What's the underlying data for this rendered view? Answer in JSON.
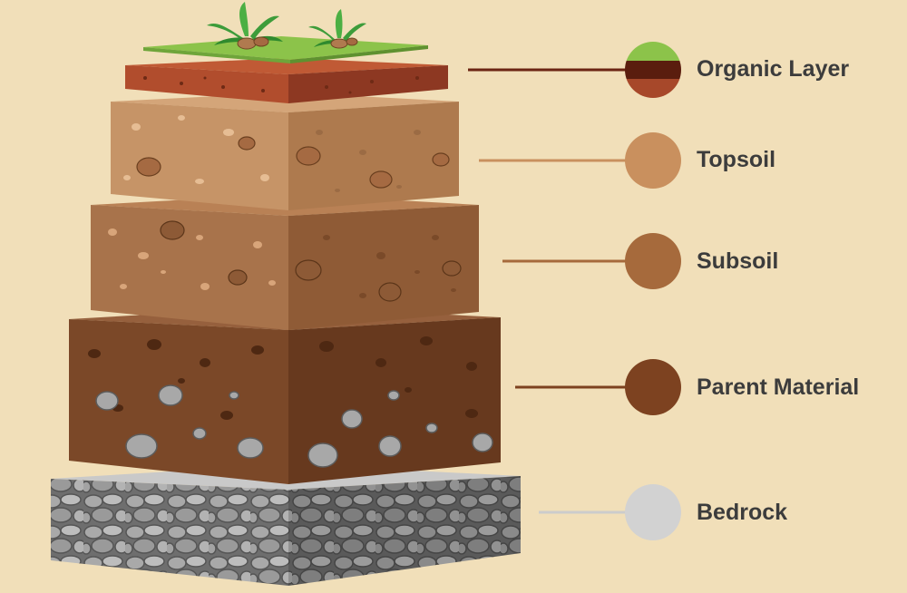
{
  "layers": [
    {
      "key": "organic",
      "label": "Organic Layer",
      "marker_colors": [
        "#8cc34a",
        "#5a1d0e",
        "#a7482a"
      ],
      "line_color": "#6b2412"
    },
    {
      "key": "topsoil",
      "label": "Topsoil",
      "marker_colors": [
        "#c9905e"
      ],
      "line_color": "#c9905e"
    },
    {
      "key": "subsoil",
      "label": "Subsoil",
      "marker_colors": [
        "#a66a3c"
      ],
      "line_color": "#a66a3c"
    },
    {
      "key": "parent",
      "label": "Parent Material",
      "marker_colors": [
        "#7d4220"
      ],
      "line_color": "#7d4220"
    },
    {
      "key": "bedrock",
      "label": "Bedrock",
      "marker_colors": [
        "#d2d2d2"
      ],
      "line_color": "#cccccc"
    }
  ],
  "colors": {
    "background": "#f1dfb9",
    "grass": "#8cc34a",
    "plant": "#3d9c3a",
    "organic_front": "#b14d2d",
    "organic_side": "#8d3822",
    "topsoil_front": "#c69467",
    "topsoil_side": "#ae7a4e",
    "subsoil_front": "#a8734b",
    "subsoil_side": "#8f5b36",
    "parent_front": "#7b4828",
    "parent_side": "#67391e",
    "bedrock_front": "#8f8f8f",
    "bedrock_side": "#7a7a7a",
    "label_text": "#3c3c3c"
  }
}
